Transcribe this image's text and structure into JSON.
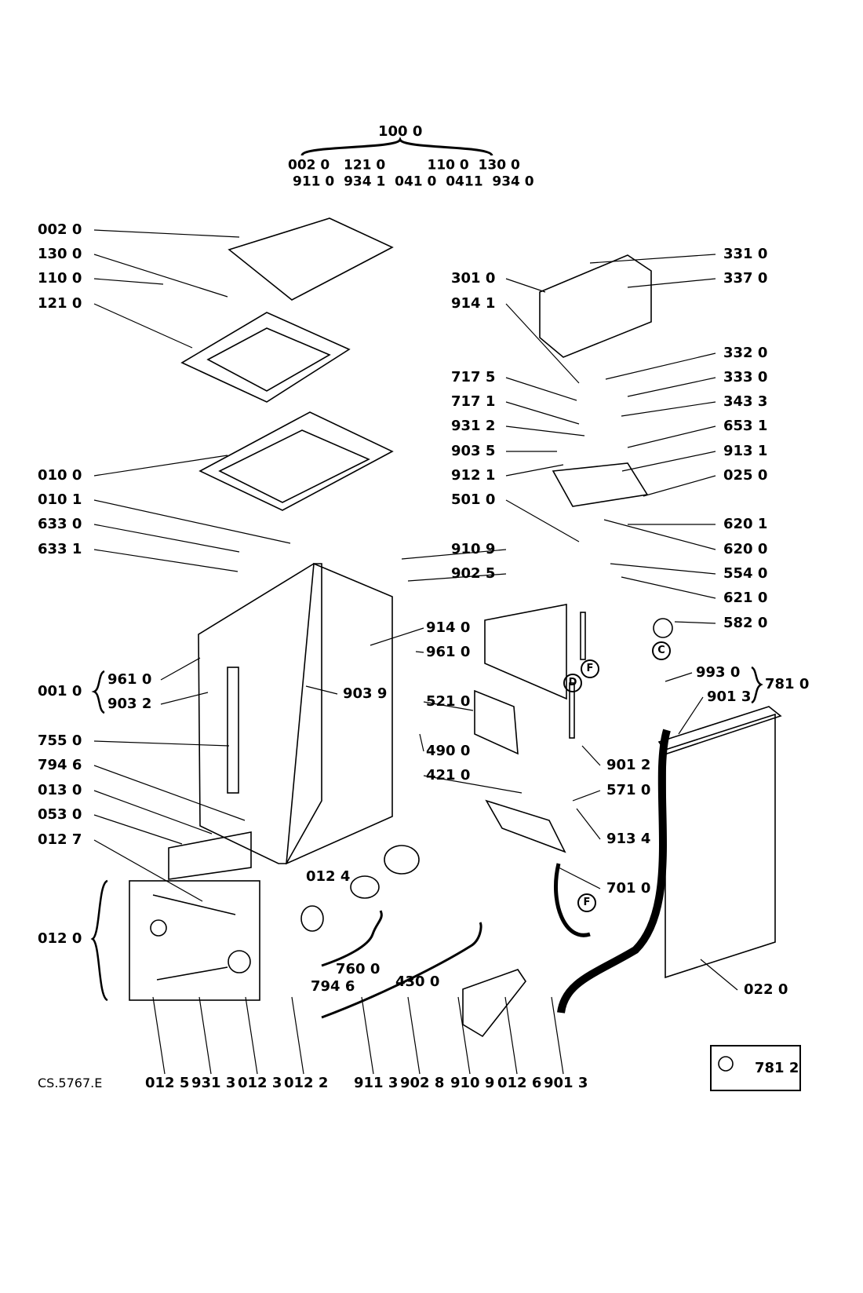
{
  "diagram": {
    "drawing_code": "CS.5767.E",
    "group_header": {
      "assembly": "100 0",
      "row1": "002 0   121 0         110 0  130 0",
      "row2": "911 0  934 1  041 0  0411  934 0"
    },
    "labels": [
      "002 0",
      "130 0",
      "110 0",
      "121 0",
      "010 0",
      "010 1",
      "633 0",
      "633 1",
      "001 0",
      "961 0",
      "903 2",
      "755 0",
      "794 6",
      "013 0",
      "053 0",
      "012 7",
      "012 0",
      "301 0",
      "914 1",
      "717 5",
      "717 1",
      "931 2",
      "903 5",
      "912 1",
      "501 0",
      "910 9",
      "902 5",
      "331 0",
      "337 0",
      "332 0",
      "333 0",
      "343 3",
      "653 1",
      "913 1",
      "025 0",
      "620 1",
      "620 0",
      "554 0",
      "621 0",
      "582 0",
      "914 0",
      "961 0",
      "903 9",
      "521 0",
      "490 0",
      "421 0",
      "993 0",
      "901 3",
      "781 0",
      "901 2",
      "571 0",
      "913 4",
      "701 0",
      "022 0",
      "012 4",
      "760 0",
      "794 6",
      "430 0",
      "012 5",
      "931 3",
      "012 3",
      "012 2",
      "911 3",
      "902 8",
      "910 9",
      "012 6",
      "901 3"
    ],
    "inset_reference": "781 2",
    "circled_markers": [
      "C",
      "F",
      "D",
      "F"
    ]
  }
}
